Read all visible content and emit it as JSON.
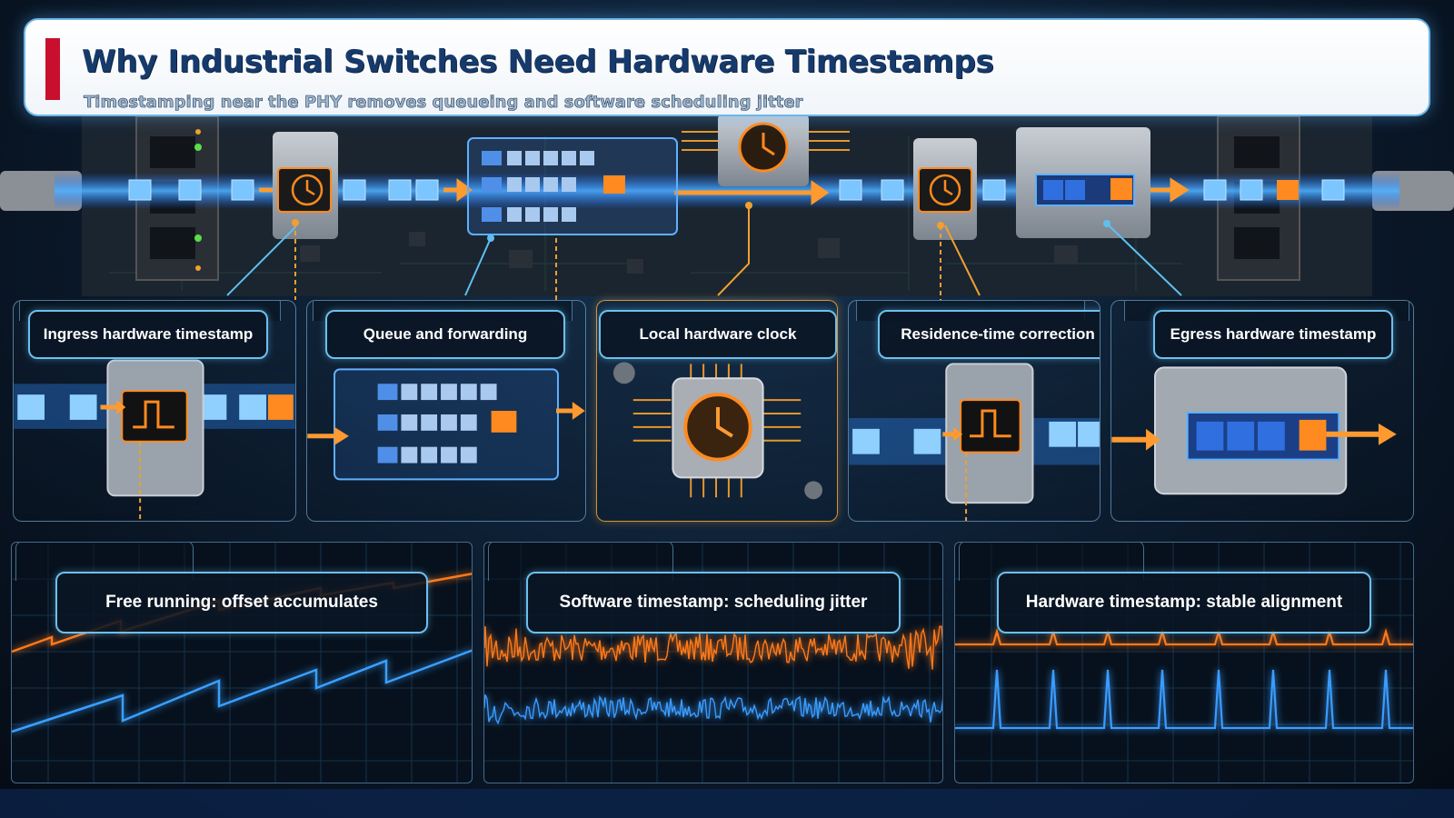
{
  "title": "Why Industrial Switches Need Hardware Timestamps",
  "subtitle": "Timestamping near the PHY removes queueing and software scheduling jitter",
  "stages": [
    {
      "label": "Ingress hardware timestamp",
      "icon": "pulse-icon"
    },
    {
      "label": "Queue and forwarding",
      "icon": "queue-icon"
    },
    {
      "label": "Local hardware clock",
      "icon": "clock-icon"
    },
    {
      "label": "Residence-time correction",
      "icon": "pulse-icon"
    },
    {
      "label": "Egress hardware timestamp",
      "icon": "egress-block-icon"
    }
  ],
  "graphs": [
    {
      "label": "Free running: offset accumulates",
      "style": "sawtooth"
    },
    {
      "label": "Software timestamp: scheduling jitter",
      "style": "noise"
    },
    {
      "label": "Hardware timestamp: stable alignment",
      "style": "spikes"
    }
  ],
  "colors": {
    "accent_red": "#c8102e",
    "title_navy": "#163a6b",
    "signal_blue": "#2f8fff",
    "timestamp_orange": "#ff8a1f",
    "label_border": "#6cc0ee"
  }
}
